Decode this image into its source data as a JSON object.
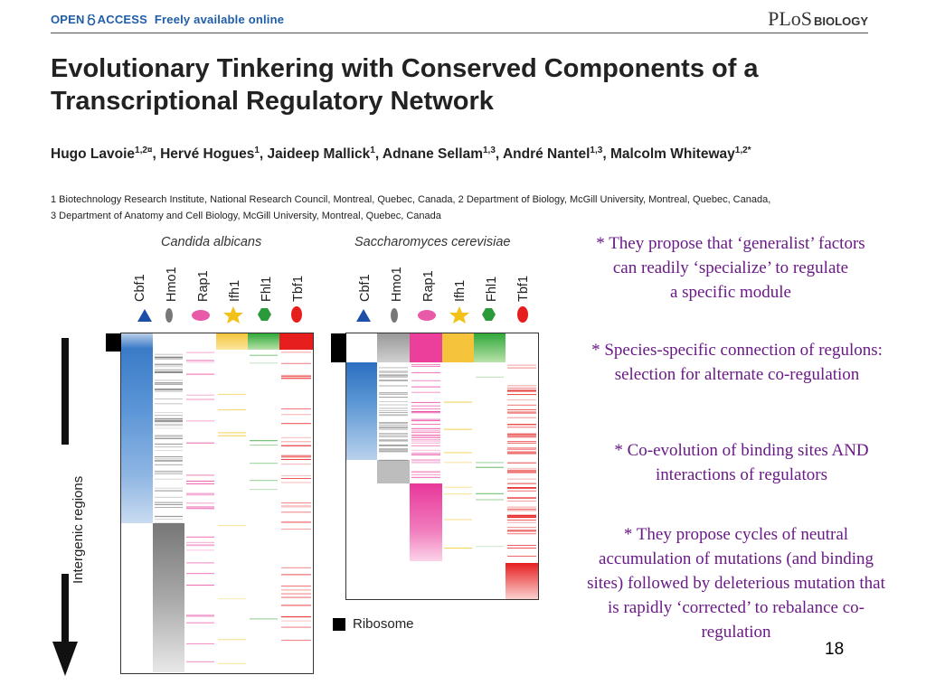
{
  "header": {
    "open_access": "OPEN",
    "access_text": "ACCESS",
    "freely": "Freely available online",
    "journal_plos": "PLoS",
    "journal_bio": "BIOLOGY"
  },
  "paper": {
    "title_line1": "Evolutionary Tinkering with Conserved Components of a",
    "title_line2": "Transcriptional Regulatory Network",
    "authors": [
      {
        "name": "Hugo Lavoie",
        "sup": "1,2¤"
      },
      {
        "name": "Hervé Hogues",
        "sup": "1"
      },
      {
        "name": "Jaideep Mallick",
        "sup": "1"
      },
      {
        "name": "Adnane Sellam",
        "sup": "1,3"
      },
      {
        "name": "André Nantel",
        "sup": "1,3"
      },
      {
        "name": "Malcolm Whiteway",
        "sup": "1,2*"
      }
    ],
    "affil_line1": "1 Biotechnology Research Institute, National Research Council, Montreal, Quebec, Canada, 2 Department of Biology, McGill University, Montreal, Quebec, Canada,",
    "affil_line2": "3 Department of Anatomy and Cell Biology, McGill University, Montreal, Quebec, Canada"
  },
  "figure": {
    "species_left": "Candida albicans",
    "species_right": "Saccharomyces cerevisiae",
    "genes_left": [
      "Cbf1",
      "Hmo1",
      "Rap1",
      "Ifh1",
      "Fhl1",
      "Tbf1"
    ],
    "genes_right": [
      "Cbf1",
      "Hmo1",
      "Rap1",
      "Ifh1",
      "Fhl1",
      "Tbf1"
    ],
    "axis_label": "Intergenic regions",
    "legend": "Ribosome",
    "colors": {
      "cbf1": "#2c6fc0",
      "hmo1": "#8a8a8a",
      "rap1": "#e8379a",
      "ifh1": "#f2c21a",
      "fhl1": "#3aa63a",
      "tbf1": "#e61e1e"
    }
  },
  "notes": [
    {
      "lines": [
        "* They propose that ‘generalist’ factors",
        "can readily ‘specialize’ to regulate",
        "a specific module"
      ]
    },
    {
      "lines": [
        "* Species-specific connection of regulons:",
        "selection for alternate co-regulation"
      ]
    },
    {
      "lines": [
        "* Co-evolution of binding sites AND",
        "interactions of regulators"
      ]
    },
    {
      "lines": [
        "* They propose cycles of neutral",
        "accumulation of mutations (and binding",
        "sites) followed by deleterious mutation that",
        "is rapidly ‘corrected’ to rebalance co-",
        "regulation"
      ]
    }
  ],
  "page_number": "18"
}
